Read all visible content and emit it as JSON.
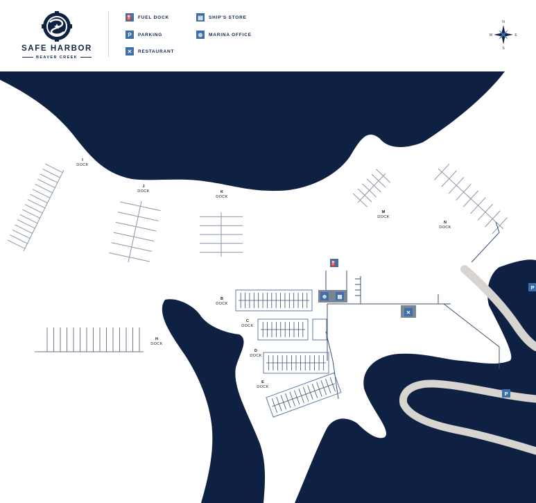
{
  "brand": {
    "title": "SAFE HARBOR",
    "subtitle": "BEAVER CREEK"
  },
  "legend": [
    {
      "icon": "fuel-pump-icon",
      "glyph": "⛽",
      "label": "FUEL DOCK"
    },
    {
      "icon": "parking-icon",
      "glyph": "P",
      "label": "PARKING"
    },
    {
      "icon": "restaurant-icon",
      "glyph": "✕",
      "label": "RESTAURANT"
    },
    {
      "icon": "store-icon",
      "glyph": "▤",
      "label": "SHIP'S STORE"
    },
    {
      "icon": "marina-office-icon",
      "glyph": "⊕",
      "label": "MARINA OFFICE"
    }
  ],
  "compass": {
    "n": "N",
    "s": "S",
    "e": "E",
    "w": "W"
  },
  "docks": [
    {
      "letter": "I",
      "word": "DOCK"
    },
    {
      "letter": "J",
      "word": "DOCK"
    },
    {
      "letter": "K",
      "word": "DOCK"
    },
    {
      "letter": "M",
      "word": "DOCK"
    },
    {
      "letter": "N",
      "word": "DOCK"
    },
    {
      "letter": "B",
      "word": "DOCK"
    },
    {
      "letter": "C",
      "word": "DOCK"
    },
    {
      "letter": "D",
      "word": "DOCK"
    },
    {
      "letter": "E",
      "word": "DOCK"
    },
    {
      "letter": "H",
      "word": "DOCK"
    }
  ],
  "parking_glyph": "P",
  "colors": {
    "water": "#0e2142",
    "accent": "#3d6fa8",
    "road": "#d8d5d0",
    "line": "#8a96a8"
  }
}
